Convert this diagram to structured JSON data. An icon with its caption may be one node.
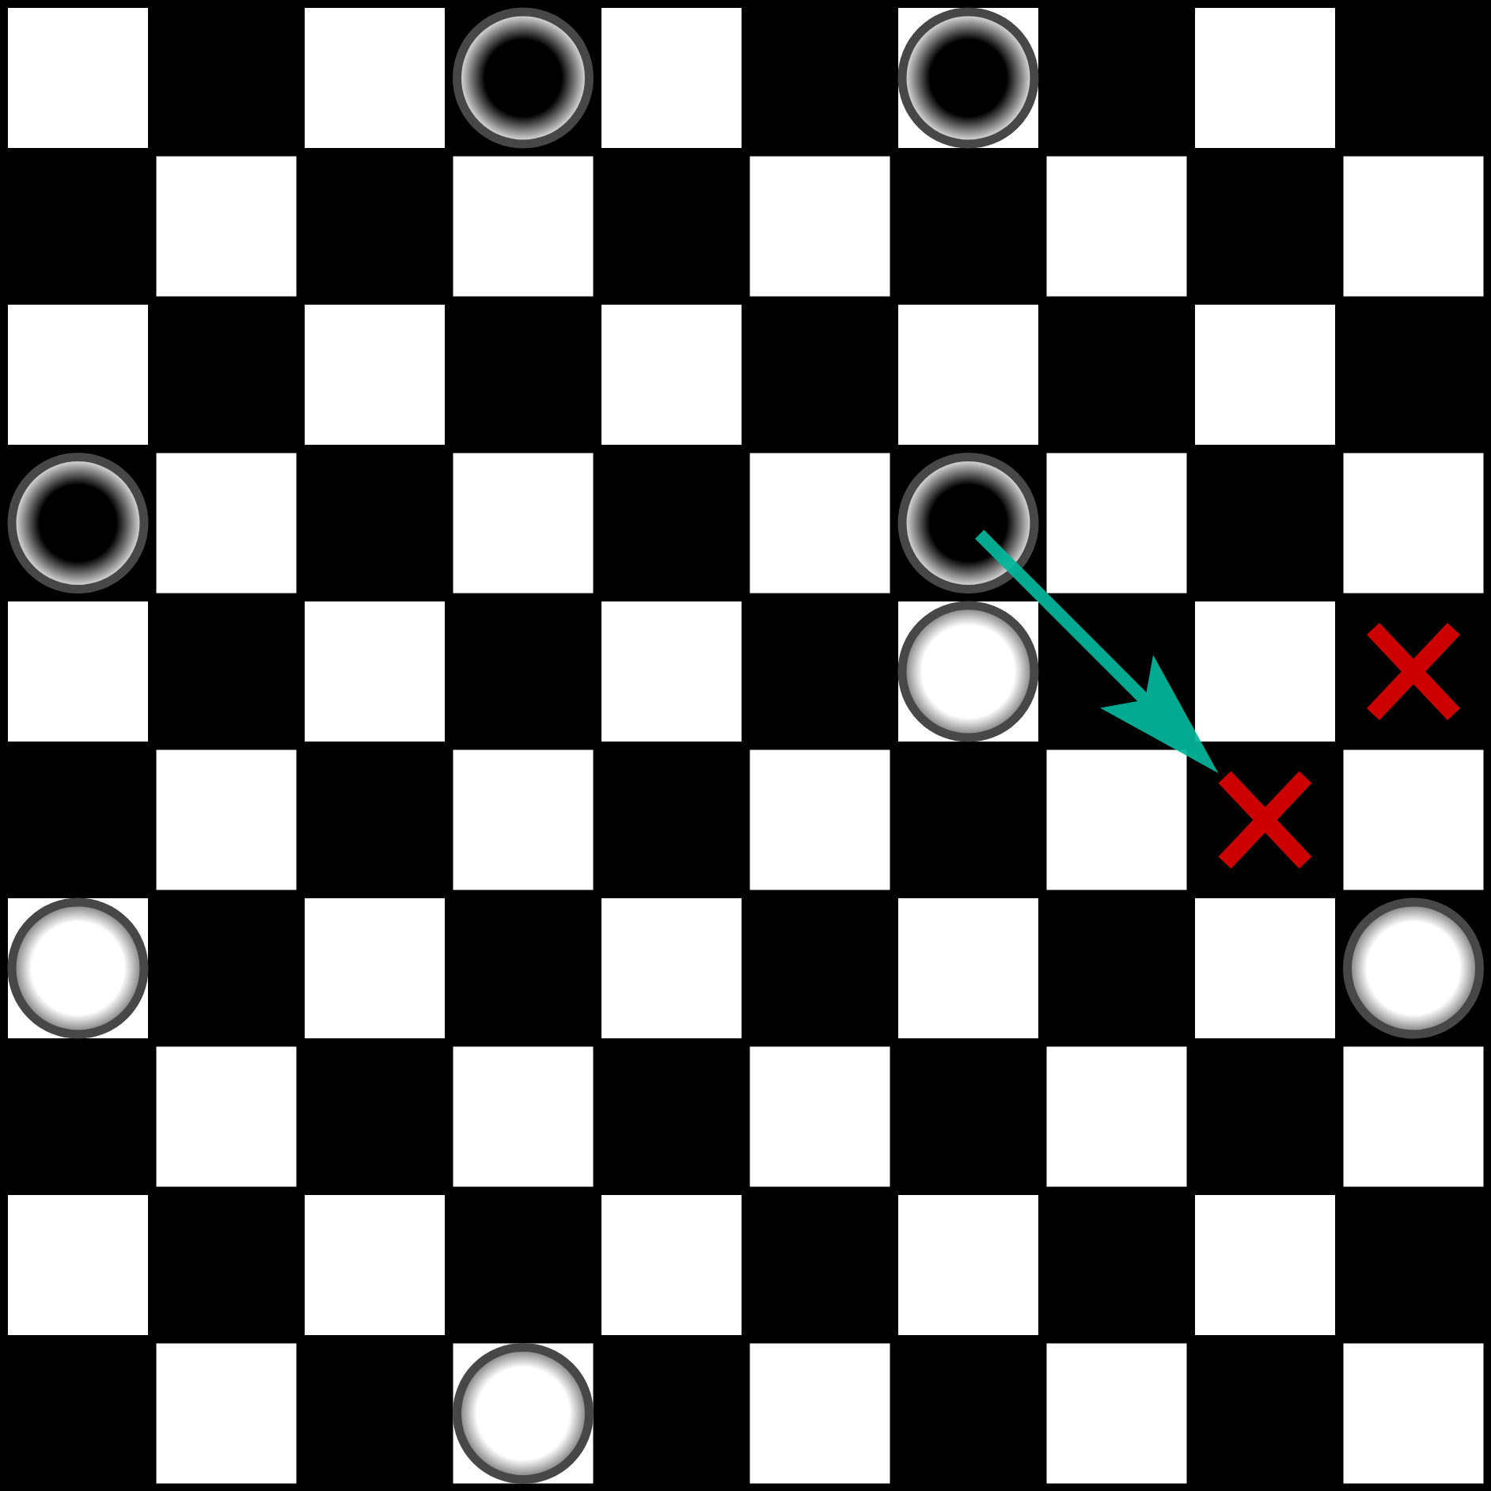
{
  "diagram": {
    "nodes": [
      {
        "text": [],
        "shape": "circle"
      },
      {
        "text": [],
        "shape": "circle"
      },
      {
        "text": [],
        "shape": "circle"
      },
      {
        "text": [],
        "shape": "circle"
      },
      {
        "text": [],
        "shape": "circle"
      },
      {
        "text": [],
        "shape": "cross"
      },
      {
        "text": [],
        "shape": "cross"
      },
      {
        "text": [],
        "shape": "circle"
      },
      {
        "text": [],
        "shape": "circle"
      },
      {
        "text": [],
        "shape": "circle"
      }
    ],
    "edges": [
      {
        "from": 3,
        "to": 6,
        "arrow": "to"
      }
    ]
  }
}
